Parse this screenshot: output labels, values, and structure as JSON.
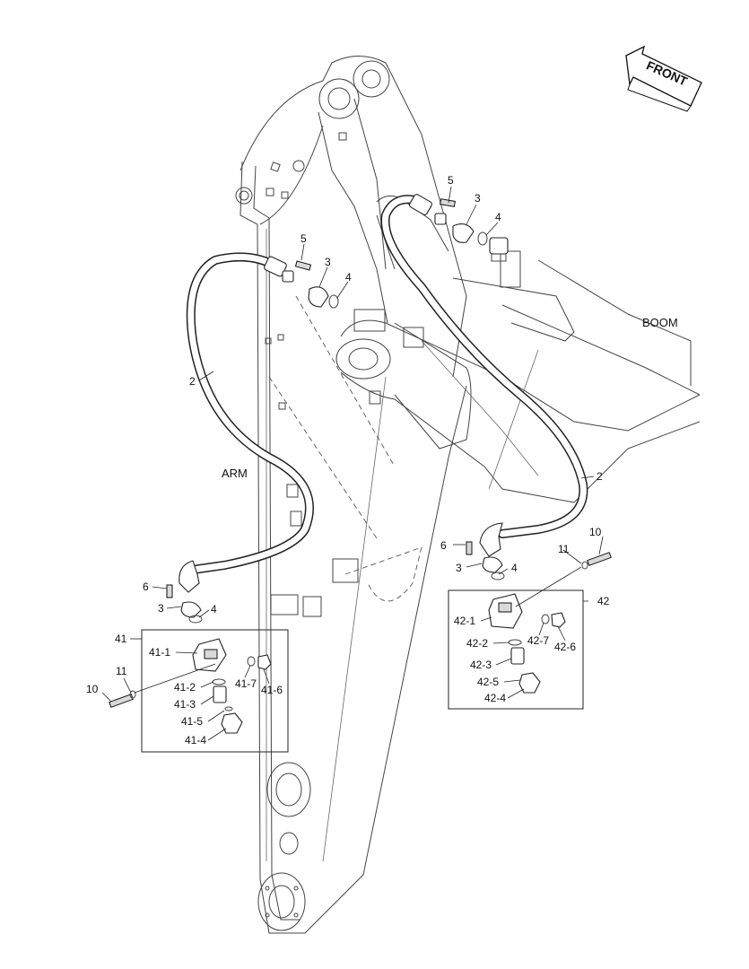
{
  "direction_indicator": {
    "label": "FRONT",
    "icon": "arrow-left-icon"
  },
  "assembly_labels": {
    "boom": "BOOM",
    "arm": "ARM"
  },
  "part_labels": {
    "hose_left": "2",
    "hose_right": "2",
    "bolt_5_top": "5",
    "clamp_3_top": "3",
    "oring_4_top": "4",
    "bolt_5_mid": "5",
    "clamp_3_mid": "3",
    "oring_4_mid": "4",
    "bolt_6_left": "6",
    "clamp_3_left": "3",
    "oring_4_left": "4",
    "bolt_6_right": "6",
    "clamp_3_right": "3",
    "oring_4_right": "4",
    "bolt_10_left": "10",
    "washer_11_left": "11",
    "bolt_10_right": "10",
    "washer_11_right": "11"
  },
  "group_41": {
    "number": "41",
    "items": [
      "41-1",
      "41-2",
      "41-3",
      "41-5",
      "41-4",
      "41-7",
      "41-6"
    ]
  },
  "group_42": {
    "number": "42",
    "items": [
      "42-1",
      "42-2",
      "42-3",
      "42-5",
      "42-4",
      "42-7",
      "42-6"
    ]
  }
}
